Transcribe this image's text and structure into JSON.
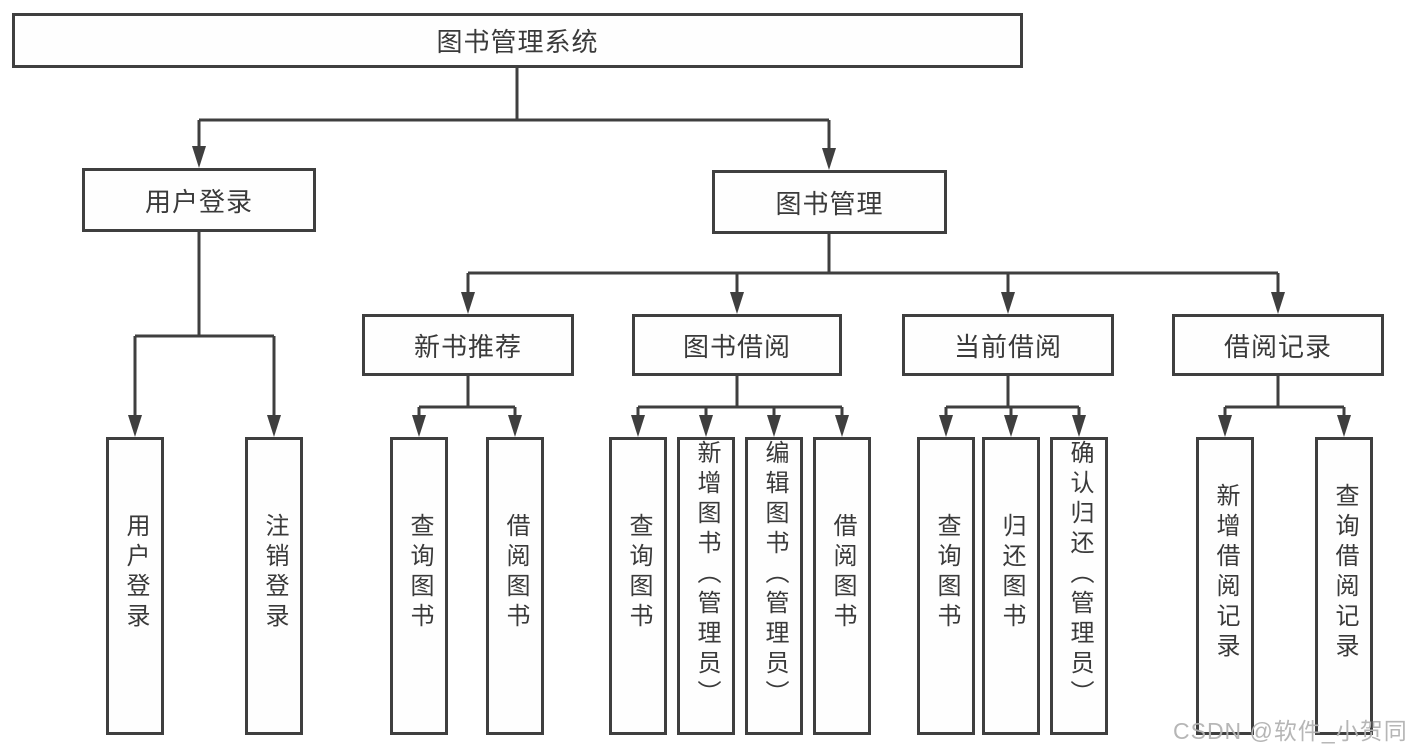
{
  "tree": {
    "root": "图书管理系统",
    "children": [
      {
        "label": "用户登录",
        "children": [
          "用户登录",
          "注销登录"
        ]
      },
      {
        "label": "图书管理",
        "children": [
          {
            "label": "新书推荐",
            "children": [
              "查询图书",
              "借阅图书"
            ]
          },
          {
            "label": "图书借阅",
            "children": [
              "查询图书",
              "新增图书（管理员）",
              "编辑图书（管理员）",
              "借阅图书"
            ]
          },
          {
            "label": "当前借阅",
            "children": [
              "查询图书",
              "归还图书",
              "确认归还（管理员）"
            ]
          },
          {
            "label": "借阅记录",
            "children": [
              "新增借阅记录",
              "查询借阅记录"
            ]
          }
        ]
      }
    ]
  },
  "watermark": "CSDN @软件_小贺同学",
  "colors": {
    "line": "#3f3f3f",
    "text": "#3a3a3a",
    "background": "#ffffff",
    "watermark": "#b2b2b2"
  }
}
